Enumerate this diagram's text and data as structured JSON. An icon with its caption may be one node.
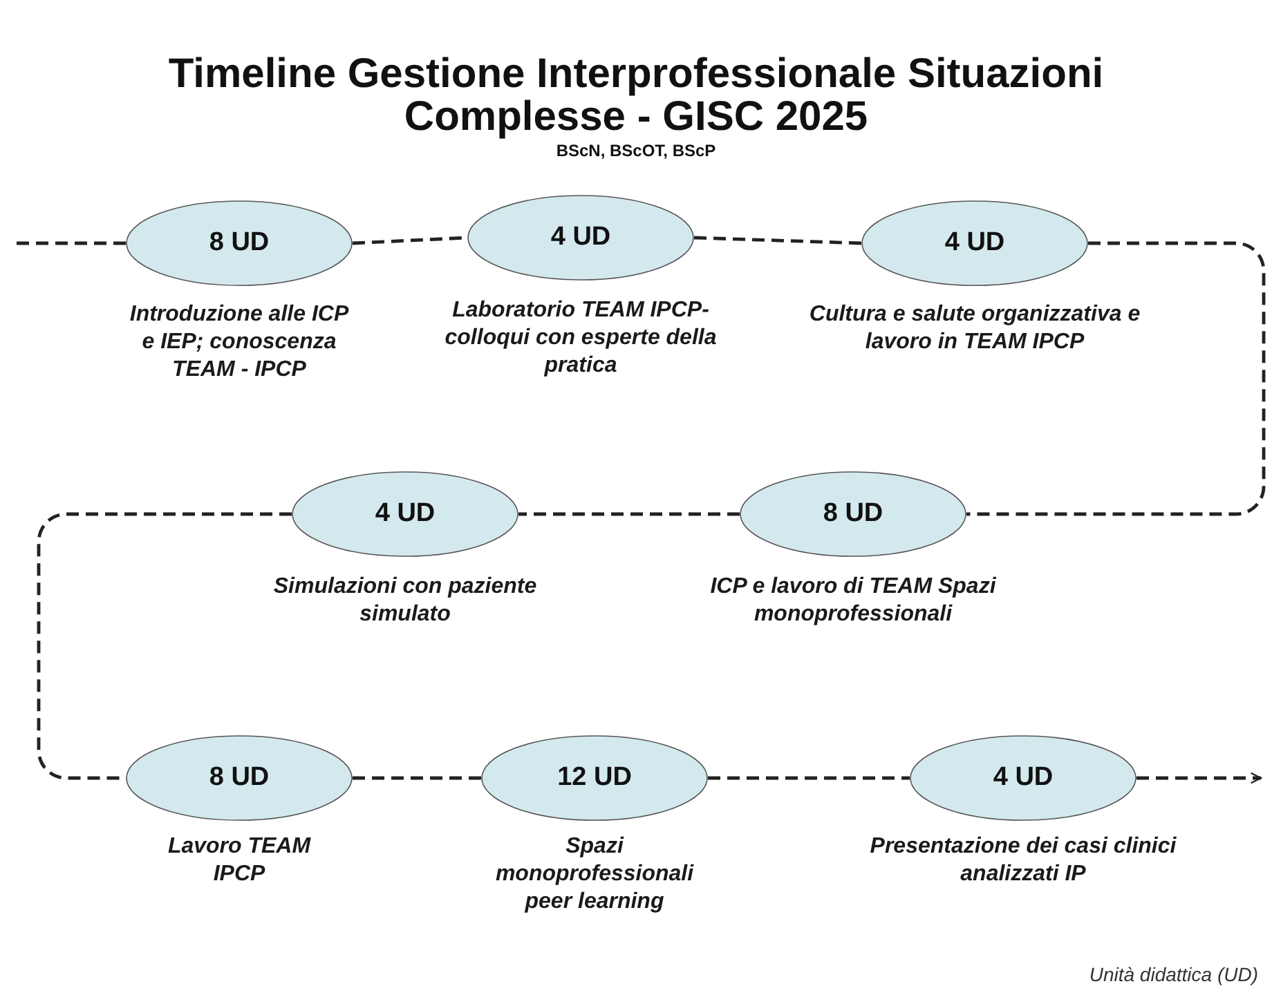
{
  "diagram": {
    "title": "Timeline Gestione Interprofessionale Situazioni Complesse - GISC 2025",
    "nodes": [
      {
        "text": [
          "8 UD"
        ],
        "beside": [
          "Introduzione alle ICP e IEP; conoscenza TEAM - IPCP"
        ]
      },
      {
        "text": [
          "4 UD"
        ],
        "beside": [
          "Laboratorio TEAM IPCP- colloqui con esperte della pratica"
        ]
      },
      {
        "text": [
          "4 UD"
        ],
        "beside": [
          "Cultura e salute organizzativa e lavoro in TEAM IPCP"
        ]
      },
      {
        "text": [
          "4 UD"
        ],
        "beside": [
          "Simulazioni con paziente simulato"
        ]
      },
      {
        "text": [
          "8 UD"
        ],
        "beside": [
          "ICP e lavoro di TEAM Spazi monoprofessionali"
        ]
      },
      {
        "text": [
          "8 UD"
        ],
        "beside": [
          "Lavoro TEAM IPCP"
        ]
      },
      {
        "text": [
          "12 UD"
        ],
        "beside": [
          "Spazi monoprofessionali peer learning"
        ]
      },
      {
        "text": [
          "4 UD"
        ],
        "beside": [
          "Presentazione dei casi clinici analizzati IP"
        ]
      }
    ],
    "edges": [
      {
        "from": null,
        "to": 0,
        "arrow": "none",
        "style": "dashed"
      },
      {
        "from": 0,
        "to": 1,
        "arrow": "none",
        "style": "dashed"
      },
      {
        "from": 1,
        "to": 2,
        "arrow": "none",
        "style": "dashed"
      },
      {
        "from": 2,
        "to": 4,
        "arrow": "none",
        "style": "dashed"
      },
      {
        "from": 4,
        "to": 3,
        "arrow": "none",
        "style": "dashed"
      },
      {
        "from": 3,
        "to": 5,
        "arrow": "none",
        "style": "dashed"
      },
      {
        "from": 5,
        "to": 6,
        "arrow": "none",
        "style": "dashed"
      },
      {
        "from": 6,
        "to": 7,
        "arrow": "none",
        "style": "dashed"
      },
      {
        "from": 7,
        "to": null,
        "arrow": "to",
        "style": "dashed"
      }
    ],
    "labels": [
      "BScN, BScOT, BScP",
      "Unità didattica (UD)"
    ]
  }
}
